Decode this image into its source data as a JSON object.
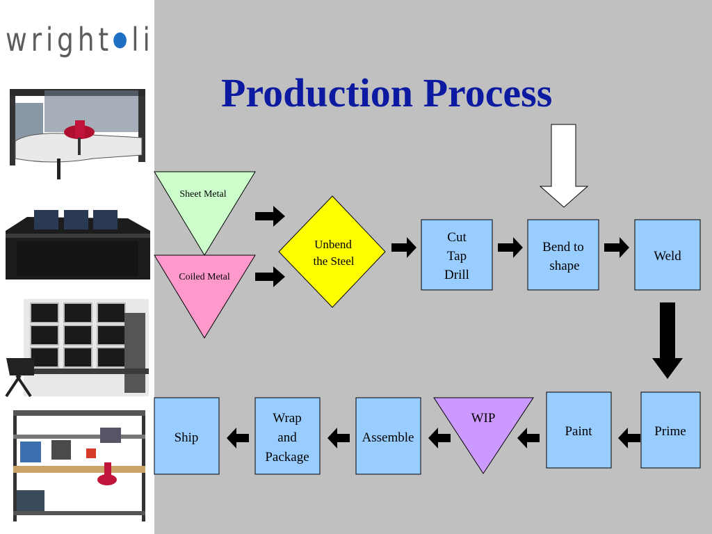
{
  "brand": {
    "logo_left": "wright",
    "logo_right": "line"
  },
  "slide": {
    "title": "Production Process"
  },
  "nodes": {
    "sheet_metal": "Sheet Metal",
    "coiled_metal": "Coiled Metal",
    "unbend": [
      "Unbend",
      "the Steel"
    ],
    "cut": [
      "Cut",
      "Tap",
      "Drill"
    ],
    "bend": [
      "Bend to",
      "shape"
    ],
    "weld": "Weld",
    "prime": "Prime",
    "paint": "Paint",
    "wip": "WIP",
    "assemble": "Assemble",
    "wrap": [
      "Wrap",
      "and",
      "Package"
    ],
    "ship": "Ship"
  },
  "colors": {
    "process_box": "#99ccff",
    "sheet_metal": "#ccffcc",
    "coiled_metal": "#ff99cc",
    "unbend": "#ffff00",
    "wip": "#cc99ff",
    "title": "#0b1aa0",
    "background": "#c0c0c0"
  },
  "sidebar_images": [
    "workstation-photo",
    "console-desk-photo",
    "monitor-wall-photo",
    "lab-bench-photo"
  ]
}
